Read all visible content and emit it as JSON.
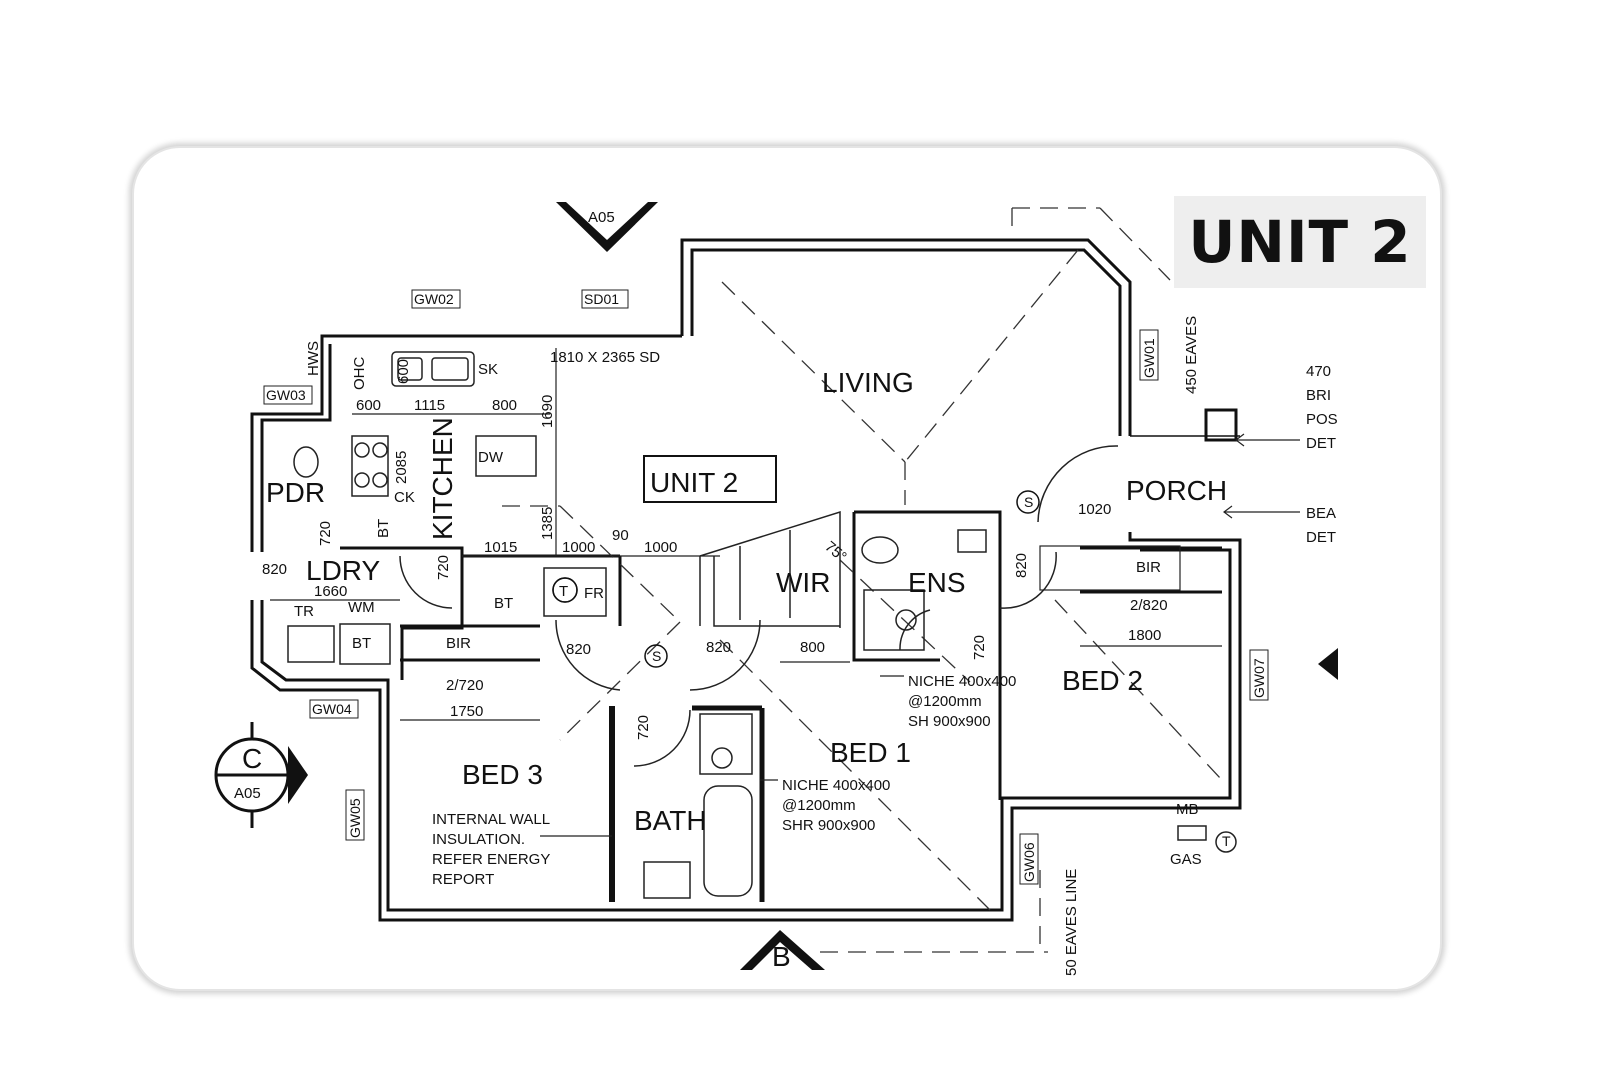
{
  "title": "UNIT 2",
  "rooms": {
    "living": "LIVING",
    "unit_label": "UNIT 2",
    "kitchen": "KITCHEN",
    "pdr": "PDR",
    "ldry": "LDRY",
    "wir": "WIR",
    "ens": "ENS",
    "porch": "PORCH",
    "bed1": "BED 1",
    "bed2": "BED 2",
    "bed3": "BED 3",
    "bath": "BATH"
  },
  "fixtures": {
    "sk": "SK",
    "ohc": "OHC",
    "dw": "DW",
    "ck": "CK",
    "bt": "BT",
    "fr": "FR",
    "tr": "TR",
    "wm": "WM",
    "bir": "BIR",
    "hws": "HWS",
    "mb": "MB",
    "gas": "GAS"
  },
  "tags": {
    "gw01": "GW01",
    "gw02": "GW02",
    "gw03": "GW03",
    "gw04": "GW04",
    "gw05": "GW05",
    "gw06": "GW06",
    "gw07": "GW07",
    "sd01": "SD01"
  },
  "dimensions": {
    "door_sd": "1810 X 2365 SD",
    "d600": "600",
    "d1115": "1115",
    "d800": "800",
    "d1690": "1690",
    "d2085": "2085",
    "d1385": "1385",
    "d1015": "1015",
    "d1000a": "1000",
    "d90": "90",
    "d1000b": "1000",
    "d720a": "720",
    "d720b": "720",
    "d820a": "820",
    "d1660": "1660",
    "d820b": "820",
    "d820c": "820",
    "d800b": "800",
    "d720c": "720",
    "d2_720": "2/720",
    "d1750": "1750",
    "d720d": "720",
    "d1020": "1020",
    "d820d": "820",
    "d2_820": "2/820",
    "d1800": "1800",
    "d600v": "600",
    "d75": "75°"
  },
  "notes": {
    "niche_ens_1": "NICHE 400x400",
    "niche_ens_2": "@1200mm",
    "niche_ens_3": "SH 900x900",
    "niche_bath_1": "NICHE 400x400",
    "niche_bath_2": "@1200mm",
    "niche_bath_3": "SHR 900x900",
    "insul_1": "INTERNAL WALL",
    "insul_2": "INSULATION.",
    "insul_3": "REFER ENERGY",
    "insul_4": "REPORT",
    "eaves_top": "450 EAVES",
    "eaves_bottom": "50 EAVES LINE",
    "side_1": "470",
    "side_2": "BRI",
    "side_3": "POS",
    "side_4": "DET",
    "side_5": "BEA",
    "side_6": "DET"
  },
  "markers": {
    "a05_top": "A05",
    "c_letter": "C",
    "c_sheet": "A05",
    "b_letter": "B",
    "s": "S",
    "t": "T"
  }
}
